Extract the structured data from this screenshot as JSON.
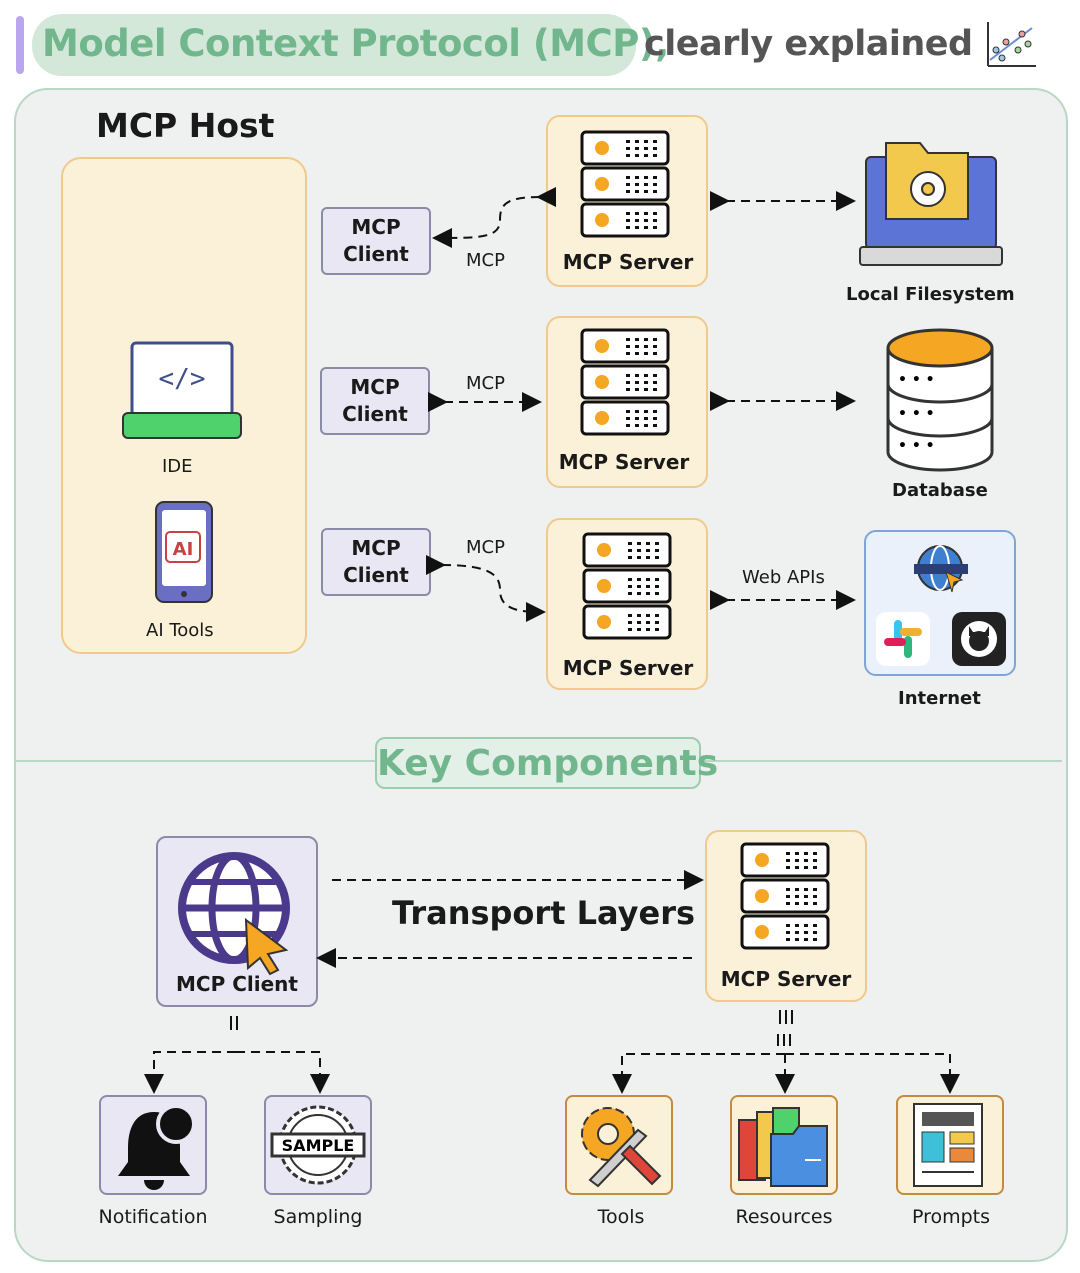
{
  "title": {
    "highlight": "Model Context Protocol (MCP),",
    "rest": "clearly explained",
    "logo_icon": "chart-logo-icon"
  },
  "host": {
    "label": "MCP Host",
    "apps": [
      {
        "label": "IDE",
        "icon": "code-laptop-icon",
        "code_glyph": "</>"
      },
      {
        "label": "AI Tools",
        "icon": "phone-ai-icon",
        "badge": "AI"
      }
    ]
  },
  "rows": [
    {
      "client_line1": "MCP",
      "client_line2": "Client",
      "protocol_label": "MCP",
      "server_label": "MCP Server",
      "target_label": "Local Filesystem",
      "target_icon": "laptop-folder-icon",
      "link_label": ""
    },
    {
      "client_line1": "MCP",
      "client_line2": "Client",
      "protocol_label": "MCP",
      "server_label": "MCP Server",
      "target_label": "Database",
      "target_icon": "database-icon",
      "link_label": ""
    },
    {
      "client_line1": "MCP",
      "client_line2": "Client",
      "protocol_label": "MCP",
      "server_label": "MCP Server",
      "target_label": "Internet",
      "target_icon": "internet-services-icon",
      "link_label": "Web APIs"
    }
  ],
  "key_components": {
    "title": "Key Components",
    "client_label": "MCP Client",
    "server_label": "MCP Server",
    "transport_label": "Transport Layers",
    "client_features": [
      {
        "label": "Notification",
        "icon": "bell-icon"
      },
      {
        "label": "Sampling",
        "icon": "sample-stamp-icon",
        "stamp_text": "SAMPLE"
      }
    ],
    "server_features": [
      {
        "label": "Tools",
        "icon": "tools-icon"
      },
      {
        "label": "Resources",
        "icon": "folders-icon"
      },
      {
        "label": "Prompts",
        "icon": "prompt-template-icon"
      }
    ]
  },
  "colors": {
    "accent_green": "#71b68c",
    "host_fill": "#fbf1d8",
    "client_fill": "#e9e7f3",
    "server_dot": "#f5a623"
  }
}
